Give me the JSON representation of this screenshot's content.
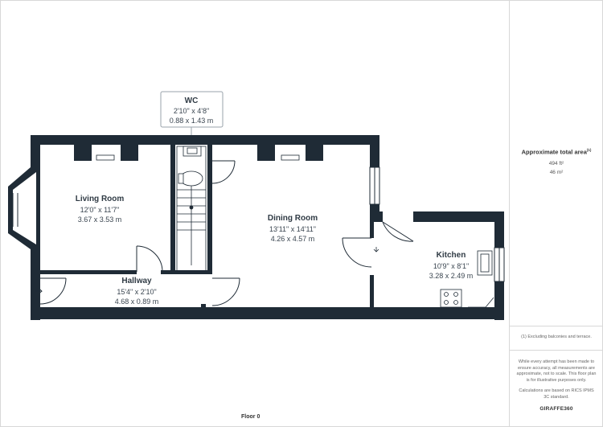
{
  "rooms": {
    "wc": {
      "name": "WC",
      "imperial": "2'10\" x 4'8\"",
      "metric": "0.88 x 1.43 m"
    },
    "living": {
      "name": "Living Room",
      "imperial": "12'0\" x 11'7\"",
      "metric": "3.67 x 3.53 m"
    },
    "dining": {
      "name": "Dining Room",
      "imperial": "13'11\" x 14'11\"",
      "metric": "4.26 x 4.57 m"
    },
    "kitchen": {
      "name": "Kitchen",
      "imperial": "10'9\" x 8'1\"",
      "metric": "3.28 x 2.49 m"
    },
    "hallway": {
      "name": "Hallway",
      "imperial": "15'4\" x 2'10\"",
      "metric": "4.68 x 0.89 m"
    }
  },
  "floor_label": "Floor 0",
  "sidebar": {
    "area_title": "Approximate total area",
    "area_sup": "(1)",
    "area_ft": "494 ft²",
    "area_m": "46 m²",
    "footnote": "(1) Excluding balconies and terrace.",
    "disclaimer": "While every attempt has been made to ensure accuracy, all measurements are approximate, not to scale. This floor plan is for illustrative purposes only.",
    "calc_note": "Calculations are based on RICS IPMS 3C standard.",
    "brand": "GIRAFFE360"
  },
  "colors": {
    "wall": "#1f2b36",
    "line": "#1f2b36",
    "border": "#d8d8d8"
  }
}
